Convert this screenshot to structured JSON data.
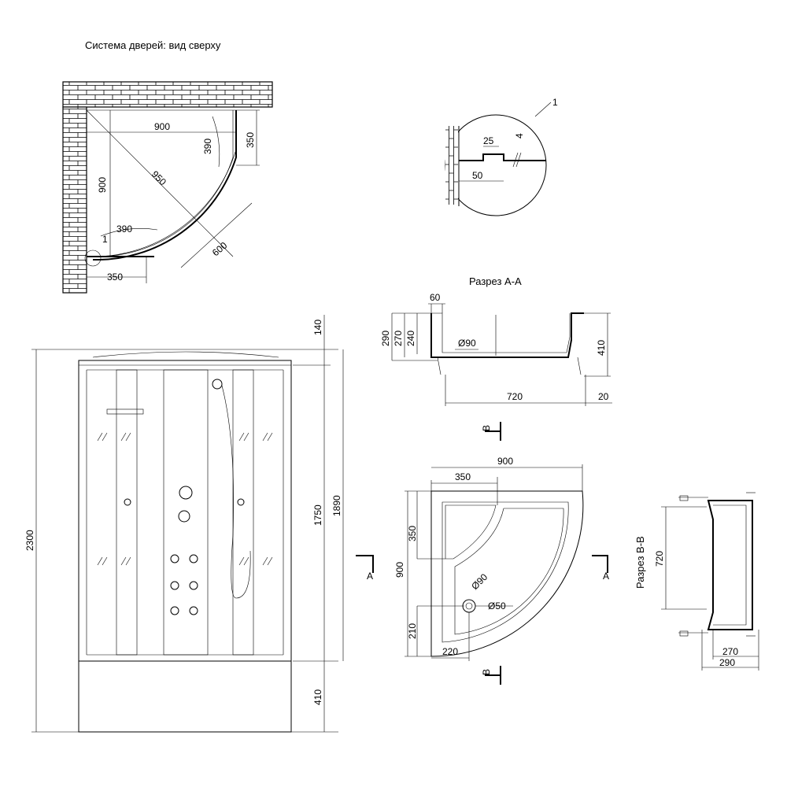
{
  "titles": {
    "door_system": "Система дверей: вид сверху",
    "section_aa": "Разрез А-А",
    "section_bb": "Разрез В-В"
  },
  "plan": {
    "d900_top": "900",
    "d900_left": "900",
    "d950": "950",
    "d390_right": "390",
    "d390_bottom": "390",
    "d350_right": "350",
    "d350_bottom": "350",
    "d600": "600",
    "callout": "1"
  },
  "detail": {
    "callout": "1",
    "d25": "25",
    "d4": "4",
    "d50": "50"
  },
  "section_aa": {
    "d60": "60",
    "d290": "290",
    "d270": "270",
    "d240": "240",
    "d90": "Ø90",
    "d410": "410",
    "d720": "720",
    "d20": "20"
  },
  "front": {
    "d140": "140",
    "d1750": "1750",
    "d1890": "1890",
    "d2300": "2300",
    "d410": "410"
  },
  "tray": {
    "d900_top": "900",
    "d350_top": "350",
    "d350_side": "350",
    "d900_side": "900",
    "d90": "Ø90",
    "d50": "Ø50",
    "d210": "210",
    "d220": "220"
  },
  "section_bb": {
    "d720": "720",
    "d270": "270",
    "d290": "290"
  },
  "markers": {
    "a": "A",
    "b": "B"
  }
}
